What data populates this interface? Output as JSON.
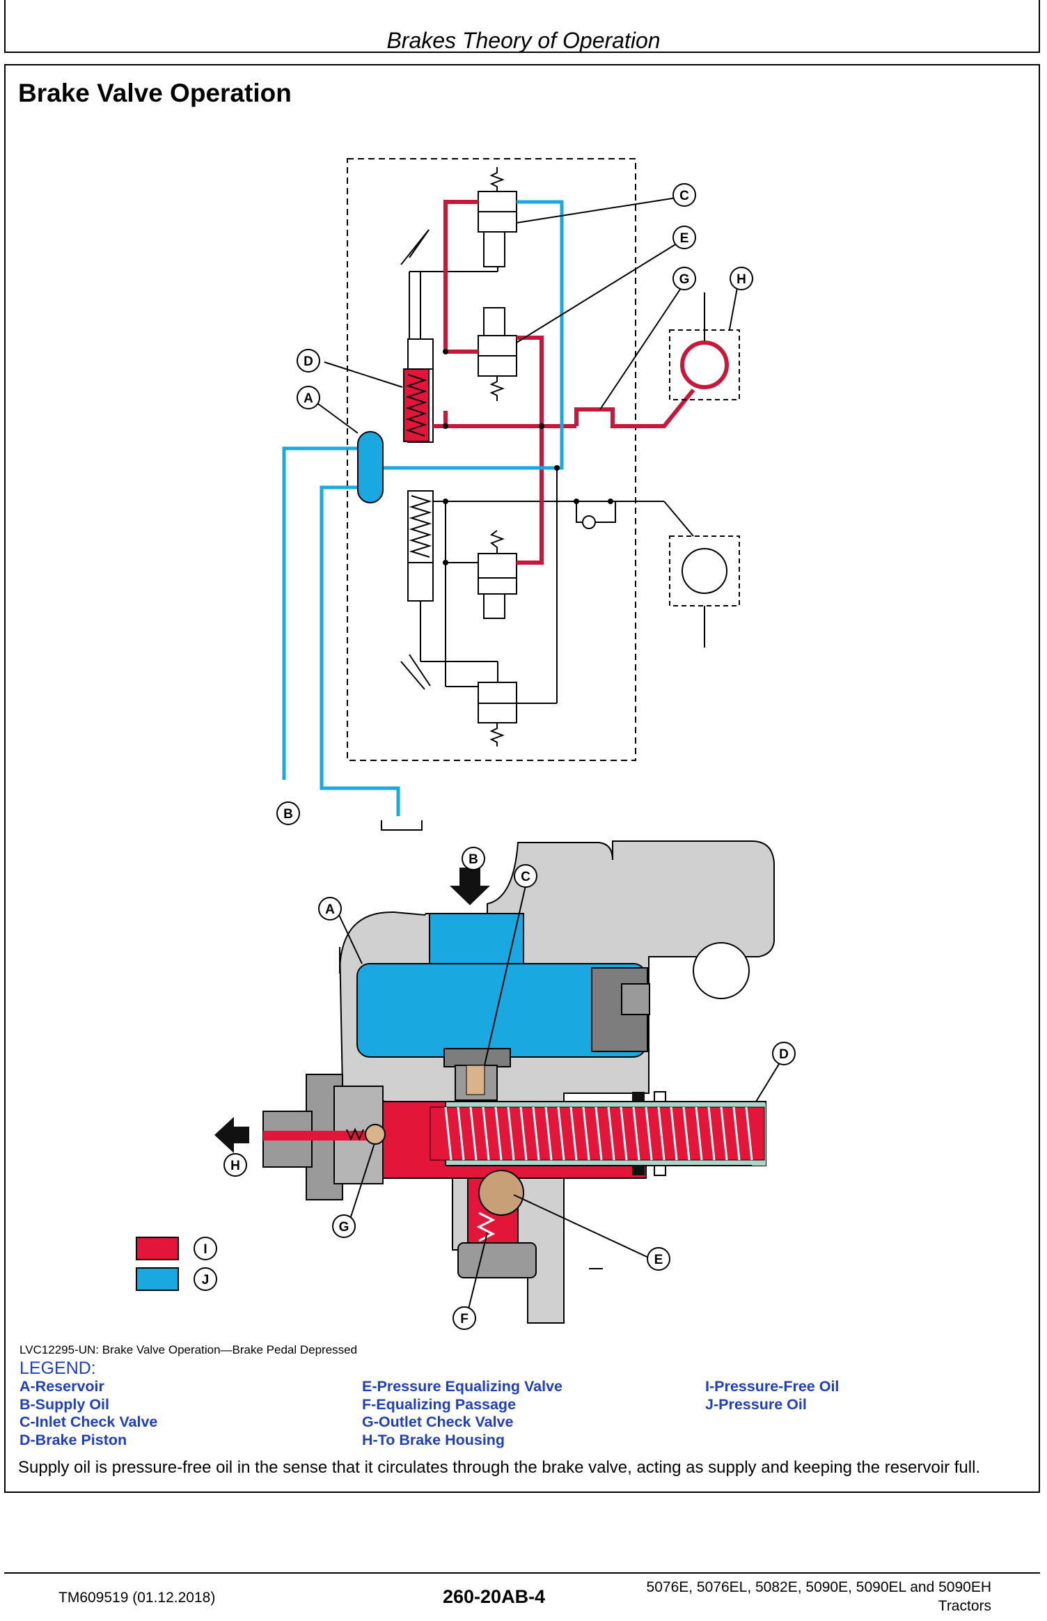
{
  "header": {
    "running_title": "Brakes Theory of Operation"
  },
  "section": {
    "title": "Brake Valve Operation"
  },
  "figure": {
    "caption": "LVC12295-UN: Brake Valve Operation—Brake Pedal Depressed",
    "schematic_labels": [
      "C",
      "E",
      "G",
      "H",
      "D",
      "A",
      "B"
    ],
    "cutaway_labels": [
      "B",
      "C",
      "A",
      "D",
      "H",
      "G",
      "I",
      "J",
      "E",
      "F"
    ],
    "colors": {
      "pressure_free_oil": "#e3163a",
      "pressure_oil": "#19a9e0",
      "housing": "#cfcfcf",
      "piston": "#a9d6c9"
    }
  },
  "legend": {
    "title": "LEGEND:",
    "columns": [
      [
        "A-Reservoir",
        "B-Supply Oil",
        "C-Inlet Check Valve",
        "D-Brake Piston"
      ],
      [
        "E-Pressure Equalizing Valve",
        "F-Equalizing Passage",
        "G-Outlet Check Valve",
        "H-To Brake Housing"
      ],
      [
        "I-Pressure-Free Oil",
        "J-Pressure Oil"
      ]
    ]
  },
  "body": {
    "paragraph": "Supply oil is pressure-free oil in the sense that it circulates through the brake valve, acting as supply and keeping the reservoir full."
  },
  "footer": {
    "doc_id": "TM609519 (01.12.2018)",
    "page": "260-20AB-4",
    "models": "5076E, 5076EL, 5082E, 5090E, 5090EL and 5090EH",
    "models_line2": "Tractors"
  }
}
